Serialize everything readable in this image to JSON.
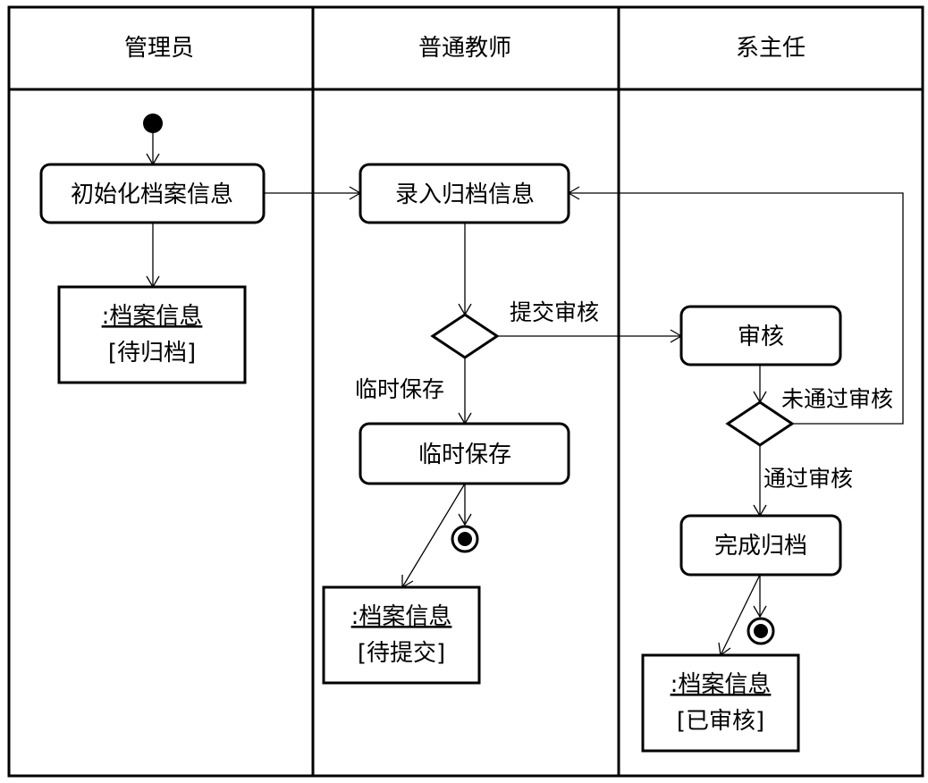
{
  "lanes": [
    {
      "title": "管理员"
    },
    {
      "title": "普通教师"
    },
    {
      "title": "系主任"
    }
  ],
  "actions": {
    "init_archive": "初始化档案信息",
    "enter_archive": "录入归档信息",
    "temp_save": "临时保存",
    "review": "审核",
    "complete_archive": "完成归档"
  },
  "objects": {
    "pending_archive": {
      "name": ":档案信息",
      "state": "[待归档]"
    },
    "pending_submit": {
      "name": ":档案信息",
      "state": "[待提交]"
    },
    "reviewed": {
      "name": ":档案信息",
      "state": "[已审核]"
    }
  },
  "guards": {
    "submit_review": "提交审核",
    "temp_save": "临时保存",
    "not_passed": "未通过审核",
    "passed": "通过审核"
  },
  "colors": {
    "line": "#000000",
    "background": "#ffffff"
  }
}
